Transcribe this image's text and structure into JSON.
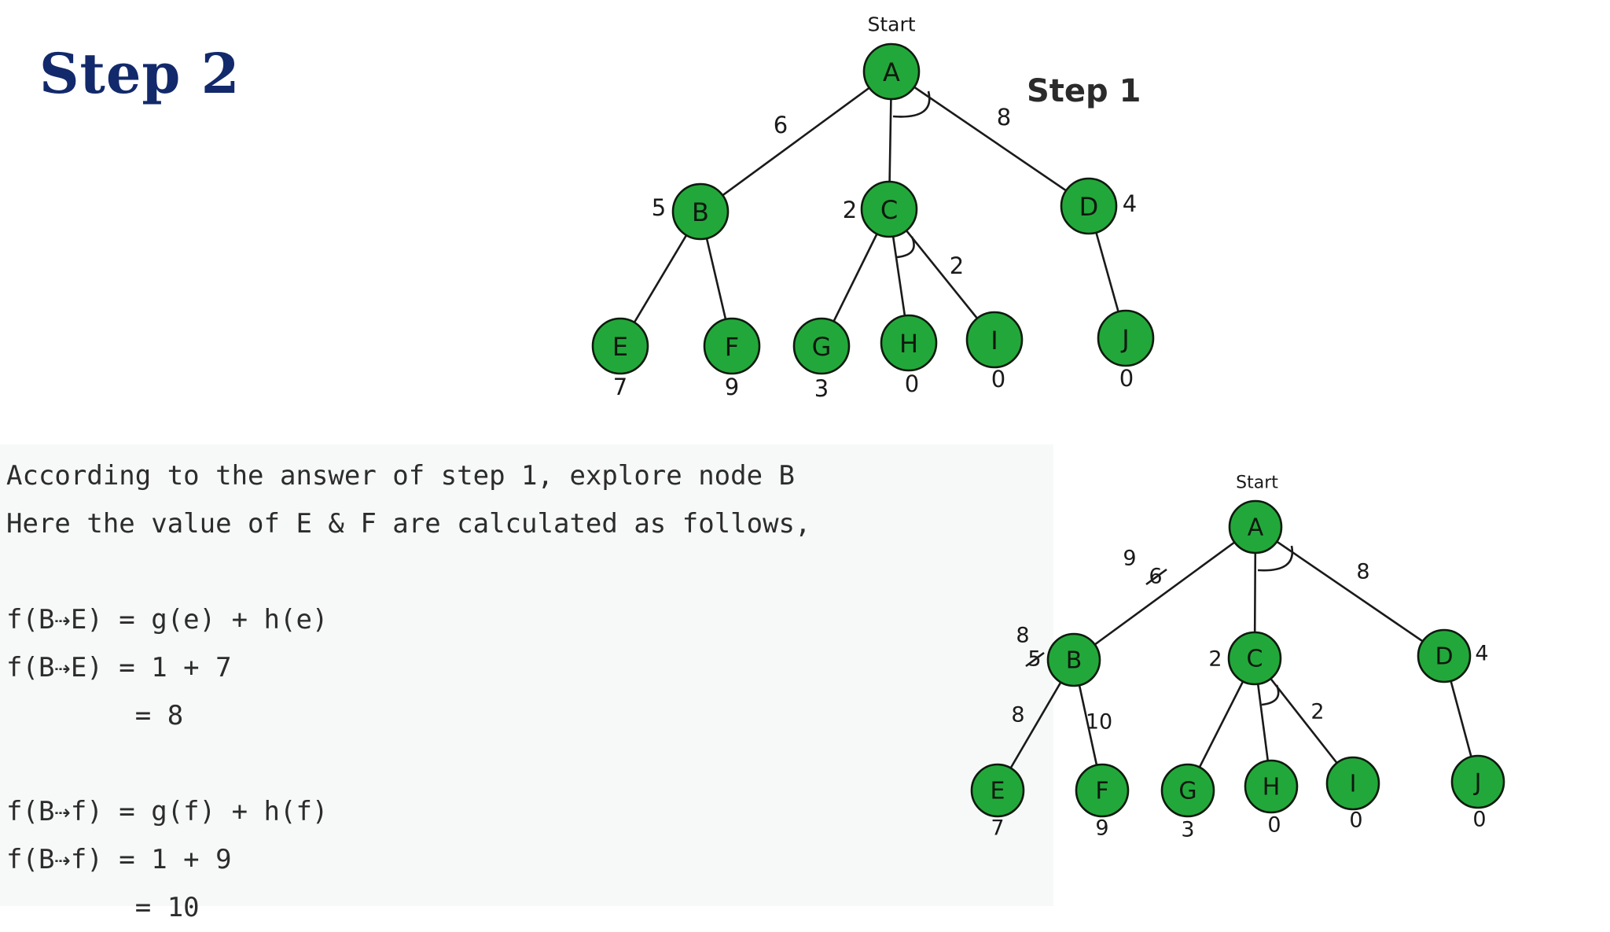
{
  "title": "Step 2",
  "code_lines": [
    "According to the answer of step 1, explore node B",
    "Here the value of E & F are calculated as follows,",
    "",
    "f(B⇢E) = g(e) + h(e)",
    "f(B⇢E) = 1 + 7",
    "        = 8",
    "",
    "f(B⇢f) = g(f) + h(f)",
    "f(B⇢f) = 1 + 9",
    "        = 10"
  ],
  "tree1": {
    "start_label": "Start",
    "step_label": "Step 1",
    "nodes": [
      {
        "id": "A",
        "label": "A"
      },
      {
        "id": "B",
        "label": "B",
        "value": "5"
      },
      {
        "id": "C",
        "label": "C",
        "value": "2"
      },
      {
        "id": "D",
        "label": "D",
        "value": "4"
      },
      {
        "id": "E",
        "label": "E",
        "value": "7"
      },
      {
        "id": "F",
        "label": "F",
        "value": "9"
      },
      {
        "id": "G",
        "label": "G",
        "value": "3"
      },
      {
        "id": "H",
        "label": "H",
        "value": "0"
      },
      {
        "id": "I",
        "label": "I",
        "value": "0"
      },
      {
        "id": "J",
        "label": "J",
        "value": "0"
      }
    ],
    "edges": [
      {
        "from": "A",
        "to": "B",
        "cost": "6"
      },
      {
        "from": "A",
        "to": "C"
      },
      {
        "from": "A",
        "to": "D",
        "cost": "8"
      },
      {
        "from": "B",
        "to": "E"
      },
      {
        "from": "B",
        "to": "F"
      },
      {
        "from": "C",
        "to": "G"
      },
      {
        "from": "C",
        "to": "H"
      },
      {
        "from": "C",
        "to": "I",
        "cost": "2"
      },
      {
        "from": "D",
        "to": "J"
      }
    ]
  },
  "tree2": {
    "start_label": "Start",
    "nodes": [
      {
        "id": "A",
        "label": "A"
      },
      {
        "id": "B",
        "label": "B",
        "value": "8",
        "old_value": "5"
      },
      {
        "id": "C",
        "label": "C",
        "value": "2"
      },
      {
        "id": "D",
        "label": "D",
        "value": "4"
      },
      {
        "id": "E",
        "label": "E",
        "value": "7"
      },
      {
        "id": "F",
        "label": "F",
        "value": "9"
      },
      {
        "id": "G",
        "label": "G",
        "value": "3"
      },
      {
        "id": "H",
        "label": "H",
        "value": "0"
      },
      {
        "id": "I",
        "label": "I",
        "value": "0"
      },
      {
        "id": "J",
        "label": "J",
        "value": "0"
      }
    ],
    "edges": [
      {
        "from": "A",
        "to": "B",
        "cost": "9",
        "old_cost": "6"
      },
      {
        "from": "A",
        "to": "C"
      },
      {
        "from": "A",
        "to": "D",
        "cost": "8"
      },
      {
        "from": "B",
        "to": "E",
        "cost": "8"
      },
      {
        "from": "B",
        "to": "F",
        "cost": "10"
      },
      {
        "from": "C",
        "to": "G"
      },
      {
        "from": "C",
        "to": "H"
      },
      {
        "from": "C",
        "to": "I",
        "cost": "2"
      },
      {
        "from": "D",
        "to": "J"
      }
    ]
  }
}
